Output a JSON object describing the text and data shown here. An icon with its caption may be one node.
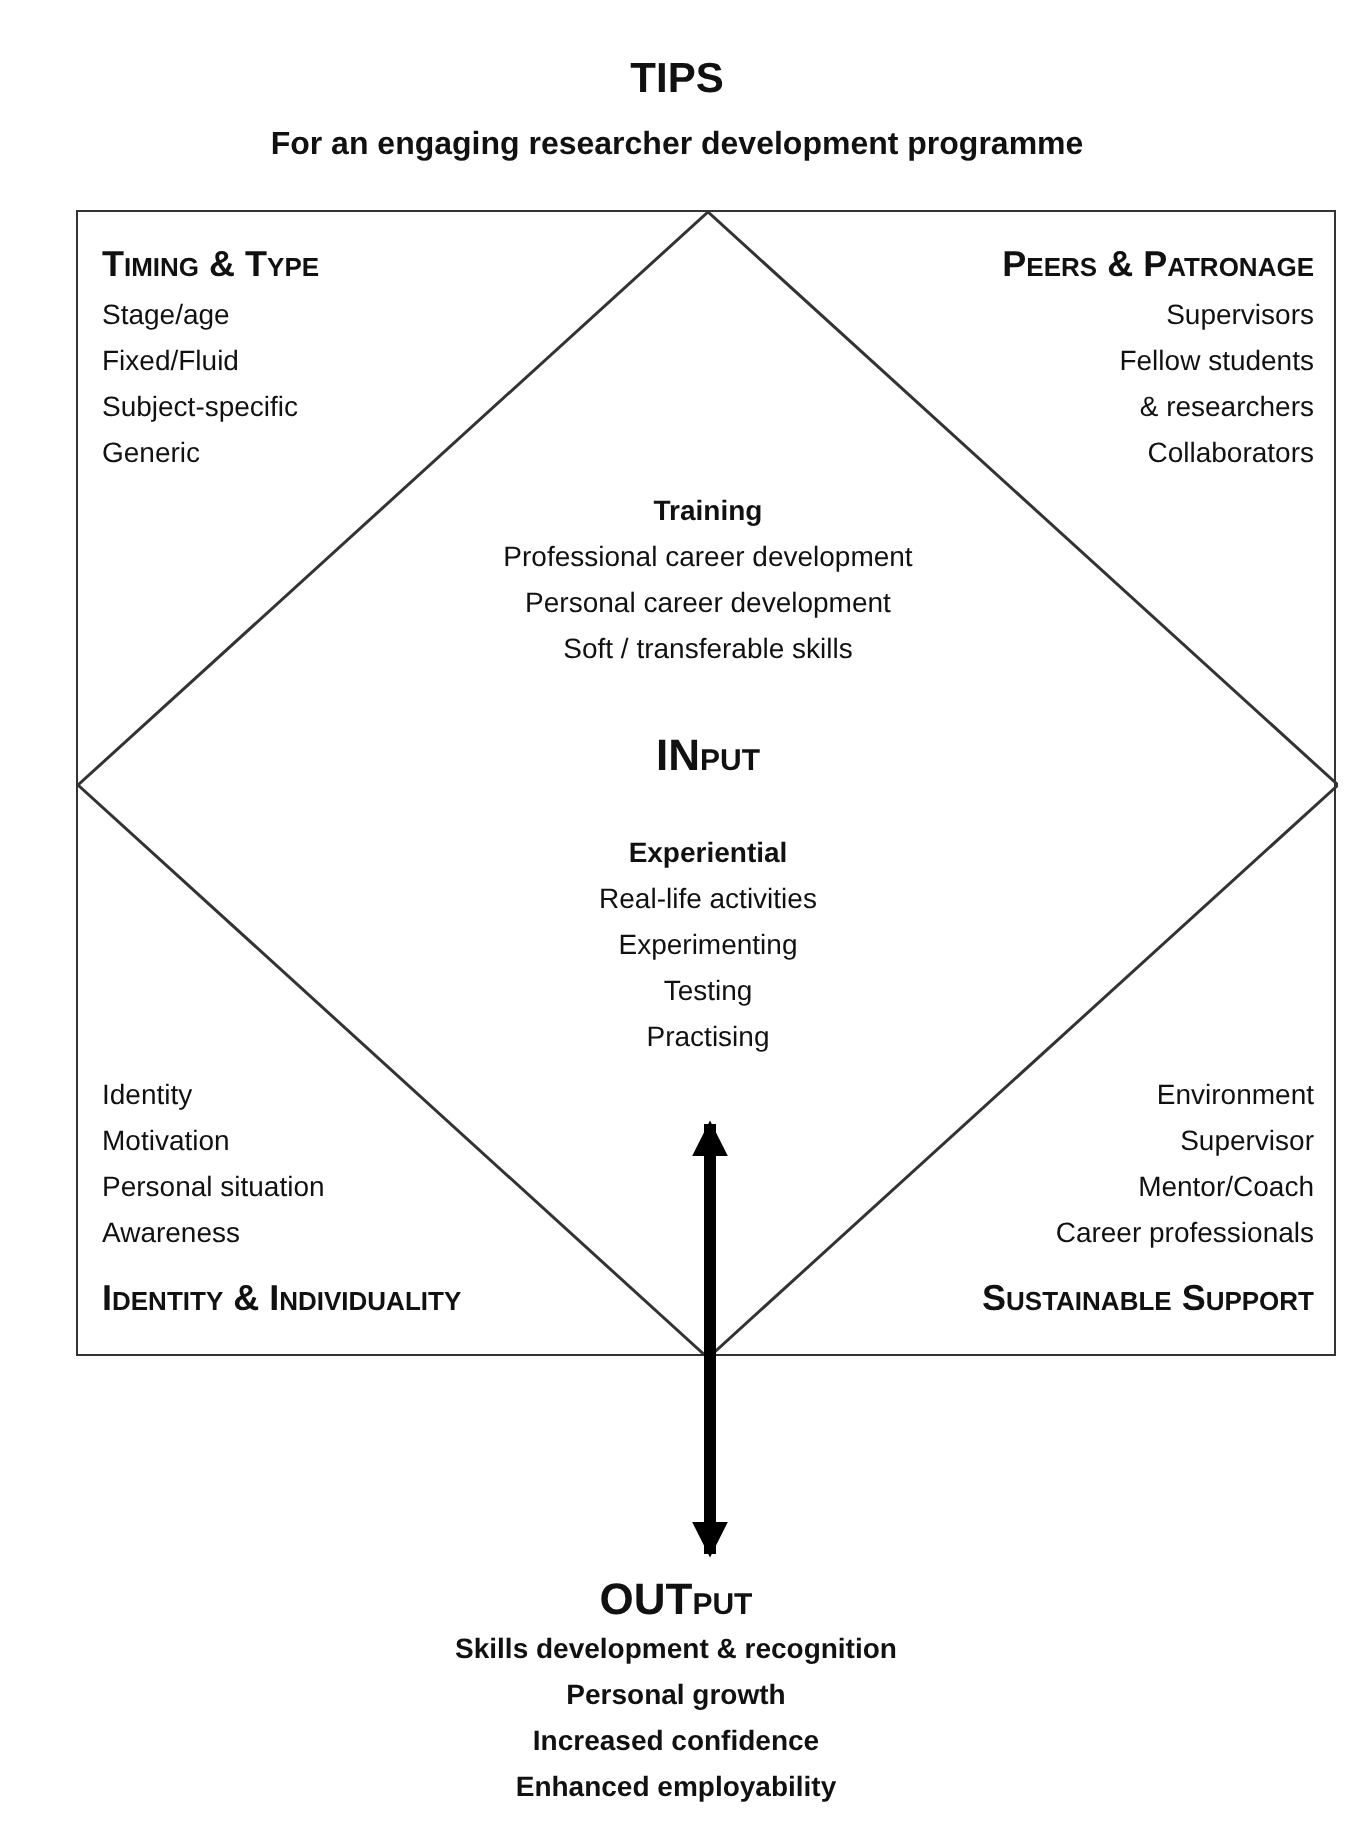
{
  "diagram": {
    "title": "TIPS",
    "caption": "For an engaging researcher development programme",
    "nodes": [
      {
        "text": [],
        "shape": "box"
      },
      {
        "text": [
          "Timing & Type",
          "Stage/age",
          "Fixed/Fluid",
          "Subject-specific",
          "Generic"
        ],
        "in": 0
      },
      {
        "text": [
          "Peers & Patronage",
          "Supervisors",
          "Fellow students & researchers",
          "Collaborators"
        ],
        "in": 0
      },
      {
        "text": [
          "Training",
          "Professional career development",
          "Personal career development",
          "Soft / transferable skills",
          "INput",
          "Experiential",
          "Real-life activities",
          "Experimenting",
          "Testing",
          "Practising"
        ],
        "in": 0
      },
      {
        "text": [
          "Identity",
          "Motivation",
          "Personal situation",
          "Awareness",
          "Identity & Individuality"
        ],
        "in": 0
      },
      {
        "text": [
          "Environment",
          "Supervisor",
          "Mentor/Coach",
          "Career professionals",
          "Sustainable Support"
        ],
        "in": 0
      },
      {
        "text": [
          "OUTput",
          "Skills development & recognition",
          "Personal growth",
          "Increased confidence",
          "Enhanced employability"
        ]
      }
    ],
    "edges": [
      {
        "from": 3,
        "to": 6,
        "arrow": "both"
      }
    ]
  }
}
